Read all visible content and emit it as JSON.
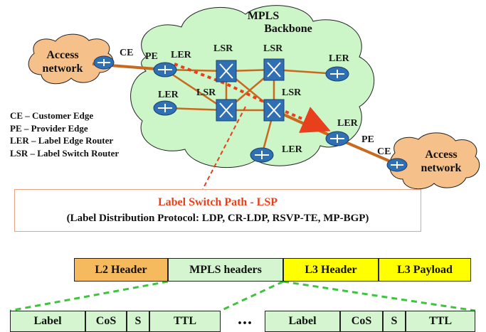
{
  "cloud": {
    "line1": "MPLS",
    "line2": "Backbone"
  },
  "access_left": {
    "line1": "Access",
    "line2": "network"
  },
  "access_right": {
    "line1": "Access",
    "line2": "network"
  },
  "node_labels": {
    "ce_left": "CE",
    "pe_left": "PE",
    "ler_top_left": "LER",
    "lsr_top_1": "LSR",
    "lsr_top_2": "LSR",
    "ler_top_right": "LER",
    "ler_mid_left": "LER",
    "lsr_mid_1": "LSR",
    "lsr_mid_2": "LSR",
    "ler_bottom": "LER",
    "ler_right": "LER",
    "pe_right": "PE",
    "ce_right": "CE"
  },
  "legend": [
    "CE – Customer Edge",
    "PE – Provider Edge",
    "LER – Label Edge Router",
    "LSR – Label Switch Router"
  ],
  "lsp": {
    "title": "Label Switch Path - LSP",
    "subtitle": "(Label Distribution Protocol: LDP, CR-LDP, RSVP-TE, MP-BGP)"
  },
  "packet": {
    "l2": "L2 Header",
    "mpls": "MPLS headers",
    "l3": "L3 Header",
    "payload": "L3 Payload"
  },
  "label_entry_left": {
    "label": "Label",
    "cos": "CoS",
    "s": "S",
    "ttl": "TTL"
  },
  "label_entry_right": {
    "label": "Label",
    "cos": "CoS",
    "s": "S",
    "ttl": "TTL"
  },
  "ellipsis": "...",
  "colors": {
    "cloud": "#ccf5c8",
    "access": "#f6c08a",
    "router": "#2f6fb4",
    "link": "#c8691e",
    "lsp": "#e8401c",
    "l2": "#f5b95e",
    "mpls": "#d5f5d0",
    "l3": "#ffff00",
    "dashed": "#3cc43c"
  }
}
